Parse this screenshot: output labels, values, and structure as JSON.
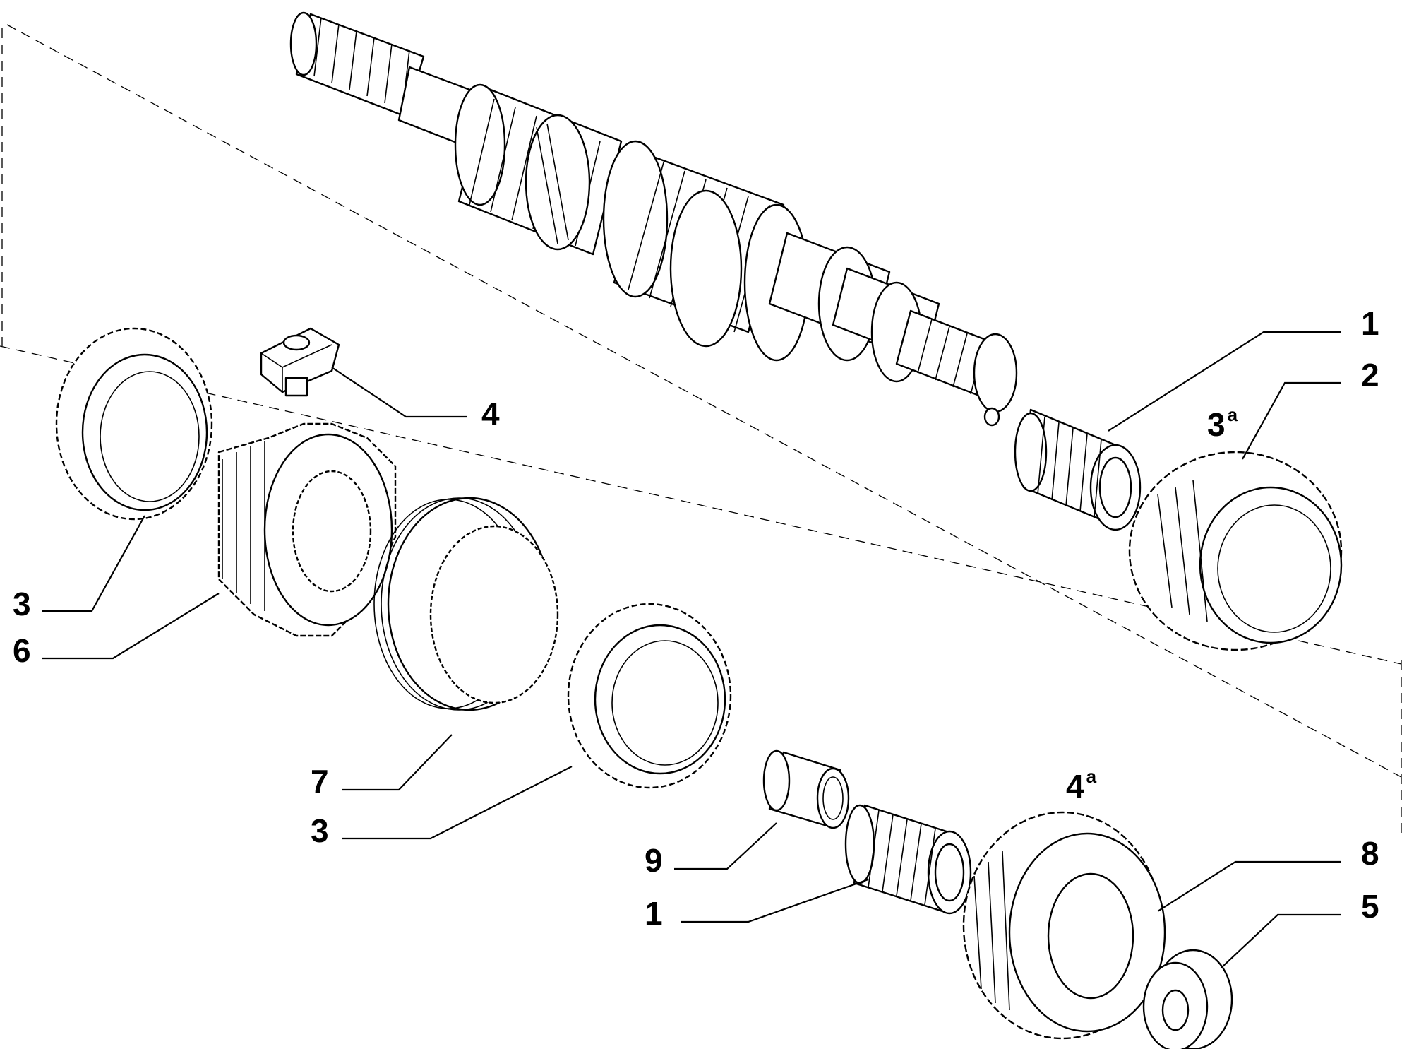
{
  "callouts": {
    "c1a": "1",
    "c2": "2",
    "c3a_main": "3",
    "c3a_sup": "a",
    "c4": "4",
    "c3_left": "3",
    "c6": "6",
    "c7": "7",
    "c3_mid": "3",
    "c9": "9",
    "c1b": "1",
    "c4a_main": "4",
    "c4a_sup": "a",
    "c8": "8",
    "c5": "5"
  }
}
